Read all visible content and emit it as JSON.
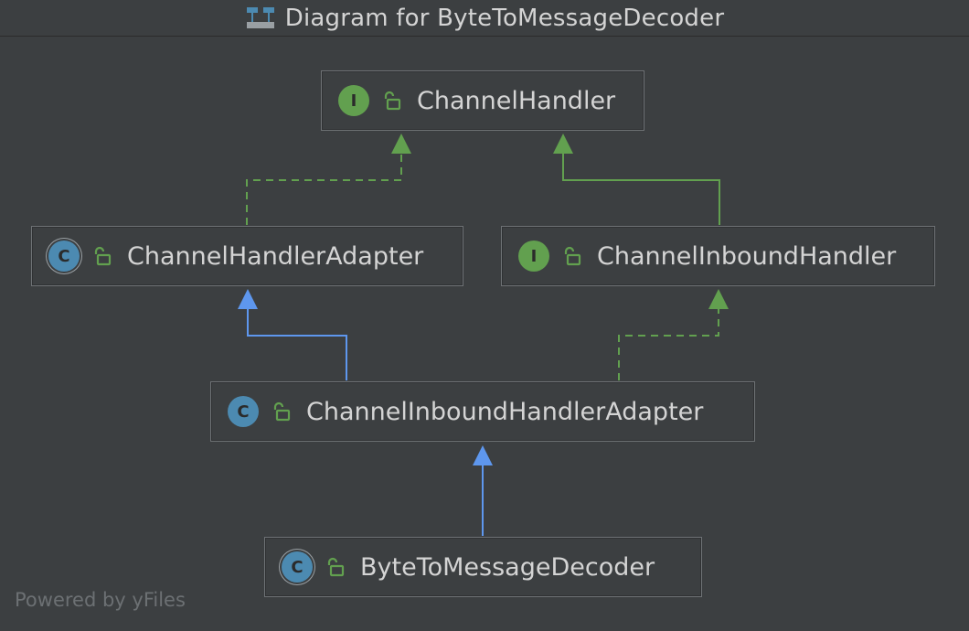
{
  "window": {
    "title": "Diagram for ByteToMessageDecoder",
    "title_icon": "class-diagram-icon"
  },
  "diagram": {
    "nodes": [
      {
        "id": "channel_handler",
        "label": "ChannelHandler",
        "kind": "I",
        "kind_icon": "interface-icon",
        "abstract": false,
        "access_icon": "unlocked-icon"
      },
      {
        "id": "channel_handler_adapter",
        "label": "ChannelHandlerAdapter",
        "kind": "C",
        "kind_icon": "abstract-class-icon",
        "abstract": true,
        "access_icon": "unlocked-icon"
      },
      {
        "id": "channel_inbound_handler",
        "label": "ChannelInboundHandler",
        "kind": "I",
        "kind_icon": "interface-icon",
        "abstract": false,
        "access_icon": "unlocked-icon"
      },
      {
        "id": "channel_inbound_handler_adapter",
        "label": "ChannelInboundHandlerAdapter",
        "kind": "C",
        "kind_icon": "class-icon",
        "abstract": false,
        "access_icon": "unlocked-icon"
      },
      {
        "id": "byte_to_message_decoder",
        "label": "ByteToMessageDecoder",
        "kind": "C",
        "kind_icon": "abstract-class-icon",
        "abstract": true,
        "access_icon": "unlocked-icon"
      }
    ],
    "edges": [
      {
        "from": "channel_handler_adapter",
        "to": "channel_handler",
        "relation": "implements",
        "style": "dashed",
        "color": "#62a04f"
      },
      {
        "from": "channel_inbound_handler",
        "to": "channel_handler",
        "relation": "extends",
        "style": "solid",
        "color": "#62a04f"
      },
      {
        "from": "channel_inbound_handler_adapter",
        "to": "channel_handler_adapter",
        "relation": "extends",
        "style": "solid",
        "color": "#5e97ee"
      },
      {
        "from": "channel_inbound_handler_adapter",
        "to": "channel_inbound_handler",
        "relation": "implements",
        "style": "dashed",
        "color": "#62a04f"
      },
      {
        "from": "byte_to_message_decoder",
        "to": "channel_inbound_handler_adapter",
        "relation": "extends",
        "style": "solid",
        "color": "#5e97ee"
      }
    ]
  },
  "footer": {
    "powered_by": "Powered by yFiles"
  },
  "colors": {
    "background": "#3c3f41",
    "node_border": "#6e7275",
    "text": "#d4d4d4",
    "interface": "#62a04f",
    "class": "#4c8ab1",
    "extends_edge": "#5e97ee",
    "implements_edge": "#62a04f"
  }
}
